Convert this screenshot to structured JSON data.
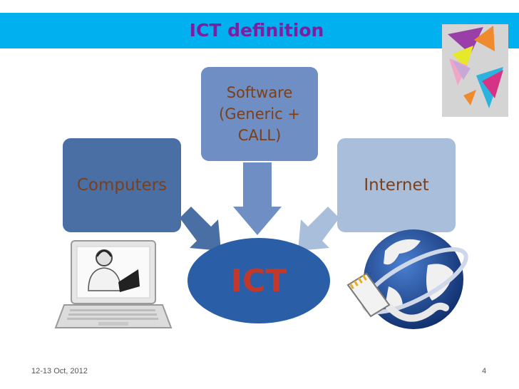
{
  "slide": {
    "title": "ICT definition",
    "footer_date": "12-13 Oct, 2012",
    "page_number": "4"
  },
  "diagram": {
    "center": "ICT",
    "nodes": {
      "computers": "Computers",
      "software_line1": "Software",
      "software_line2": "(Generic +",
      "software_line3": "CALL)",
      "internet": "Internet"
    }
  },
  "colors": {
    "title_band": "#00b0ef",
    "title_text": "#7b1fa2",
    "computers_box": "#4a6fa5",
    "software_box": "#6e8ec4",
    "internet_box": "#a9bedb",
    "ict_ellipse": "#2a5fa8",
    "ict_text": "#c0392b",
    "node_text": "#7b3f1a"
  },
  "icons": [
    "laptop-support-icon",
    "globe-network-icon",
    "decorative-shapes-logo"
  ]
}
